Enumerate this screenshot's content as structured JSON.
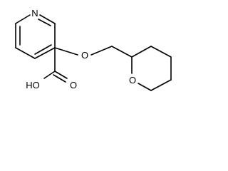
{
  "molecule": {
    "atom_labels": {
      "ring_nitrogen": "N",
      "ether_oxygen": "O",
      "pyran_oxygen": "O",
      "acid_oxygen": "O",
      "hydroxyl": "HO"
    },
    "bond_color": "#000000",
    "background_color": "#ffffff"
  }
}
